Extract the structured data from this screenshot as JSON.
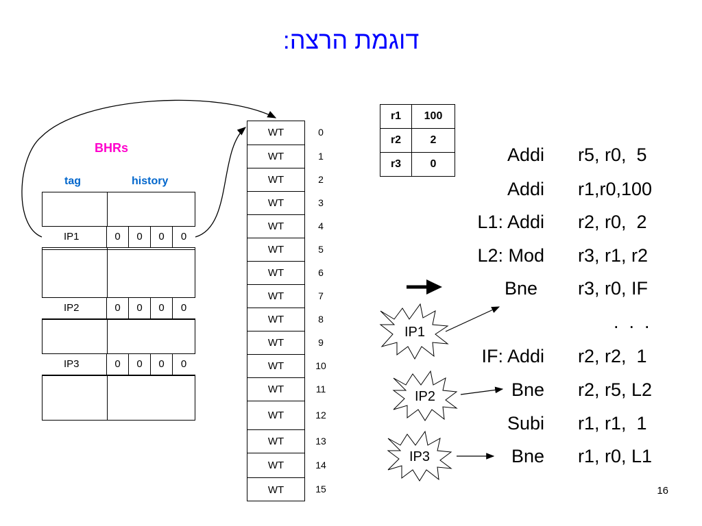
{
  "title": "דוגמת הרצה:",
  "page_number": "16",
  "bhr": {
    "label": "BHRs",
    "tag_header": "tag",
    "history_header": "history",
    "entries": [
      {
        "tag": "IP1",
        "history": [
          "0",
          "0",
          "0",
          "0"
        ]
      },
      {
        "tag": "IP2",
        "history": [
          "0",
          "0",
          "0",
          "0"
        ]
      },
      {
        "tag": "IP3",
        "history": [
          "0",
          "0",
          "0",
          "0"
        ]
      }
    ]
  },
  "pattern_table": {
    "cells": [
      "WT",
      "WT",
      "WT",
      "WT",
      "WT",
      "WT",
      "WT",
      "WT",
      "WT",
      "WT",
      "WT",
      "WT",
      "WT",
      "WT",
      "WT",
      "WT"
    ],
    "indices": [
      "0",
      "1",
      "2",
      "3",
      "4",
      "5",
      "6",
      "7",
      "8",
      "9",
      "10",
      "11",
      "12",
      "13",
      "14",
      "15"
    ]
  },
  "registers": [
    {
      "name": "r1",
      "value": "100"
    },
    {
      "name": "r2",
      "value": "2"
    },
    {
      "name": "r3",
      "value": "0"
    }
  ],
  "code": [
    {
      "op": "Addi",
      "args": "r5, r0,  5"
    },
    {
      "op": "Addi",
      "args": "r1,r0,100"
    },
    {
      "op": "L1: Addi",
      "args": "r2, r0,  2"
    },
    {
      "op": "L2: Mod",
      "args": "r3, r1, r2"
    },
    {
      "op": "Bne",
      "args": "r3, r0, IF"
    },
    {
      "op": "",
      "args": "  .  .  ."
    },
    {
      "op": "IF: Addi",
      "args": "r2, r2,  1"
    },
    {
      "op": "Bne",
      "args": "r2, r5, L2"
    },
    {
      "op": "Subi",
      "args": "r1, r1,  1"
    },
    {
      "op": "Bne",
      "args": "r1, r0, L1"
    }
  ],
  "bursts": [
    "IP1",
    "IP2",
    "IP3"
  ],
  "colors": {
    "title": "#0000ff",
    "bhr_label": "#ff00cc",
    "headers": "#0066cc"
  }
}
